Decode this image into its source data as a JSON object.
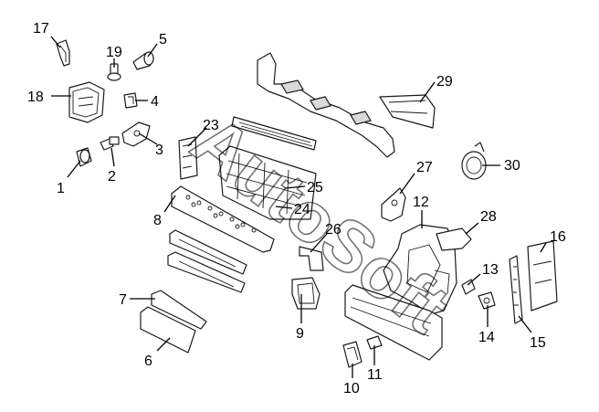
{
  "watermark": "AutoSoft",
  "callouts": [
    {
      "id": "17",
      "label": "17"
    },
    {
      "id": "19",
      "label": "19"
    },
    {
      "id": "5",
      "label": "5"
    },
    {
      "id": "18",
      "label": "18"
    },
    {
      "id": "4",
      "label": "4"
    },
    {
      "id": "23",
      "label": "23"
    },
    {
      "id": "3",
      "label": "3"
    },
    {
      "id": "2",
      "label": "2"
    },
    {
      "id": "1",
      "label": "1"
    },
    {
      "id": "29",
      "label": "29"
    },
    {
      "id": "30",
      "label": "30"
    },
    {
      "id": "25",
      "label": "25"
    },
    {
      "id": "27",
      "label": "27"
    },
    {
      "id": "24",
      "label": "24"
    },
    {
      "id": "8",
      "label": "8"
    },
    {
      "id": "12",
      "label": "12"
    },
    {
      "id": "28",
      "label": "28"
    },
    {
      "id": "26",
      "label": "26"
    },
    {
      "id": "16",
      "label": "16"
    },
    {
      "id": "13",
      "label": "13"
    },
    {
      "id": "7",
      "label": "7"
    },
    {
      "id": "9",
      "label": "9"
    },
    {
      "id": "14",
      "label": "14"
    },
    {
      "id": "15",
      "label": "15"
    },
    {
      "id": "6",
      "label": "6"
    },
    {
      "id": "11",
      "label": "11"
    },
    {
      "id": "10",
      "label": "10"
    }
  ]
}
